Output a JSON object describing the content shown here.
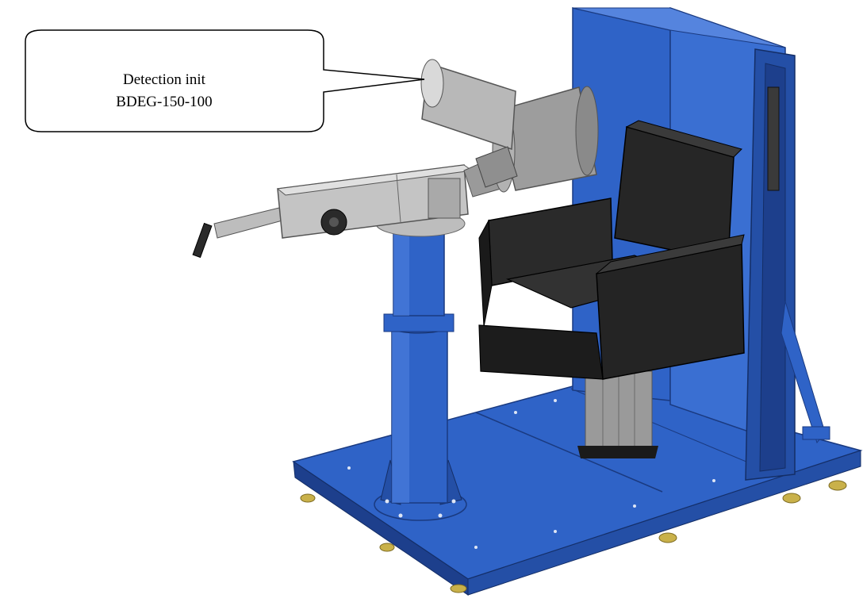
{
  "callout": {
    "line1": "Detection init",
    "line2": "BDEG-150-100"
  },
  "colors": {
    "platform_blue": "#2f63c7",
    "platform_dark": "#1d3f8c",
    "chair_black": "#1e1e1e",
    "detector_grey": "#a9a9a9",
    "arm_grey": "#bdbdbd",
    "foot_yellow": "#c9b14a"
  },
  "parts": {
    "callout_box": "speech-bubble",
    "detector": "cylinder",
    "arm": "horizontal-arm",
    "column": "vertical-column",
    "chair": "seat",
    "backboard": "vertical-panel",
    "base": "platform"
  }
}
